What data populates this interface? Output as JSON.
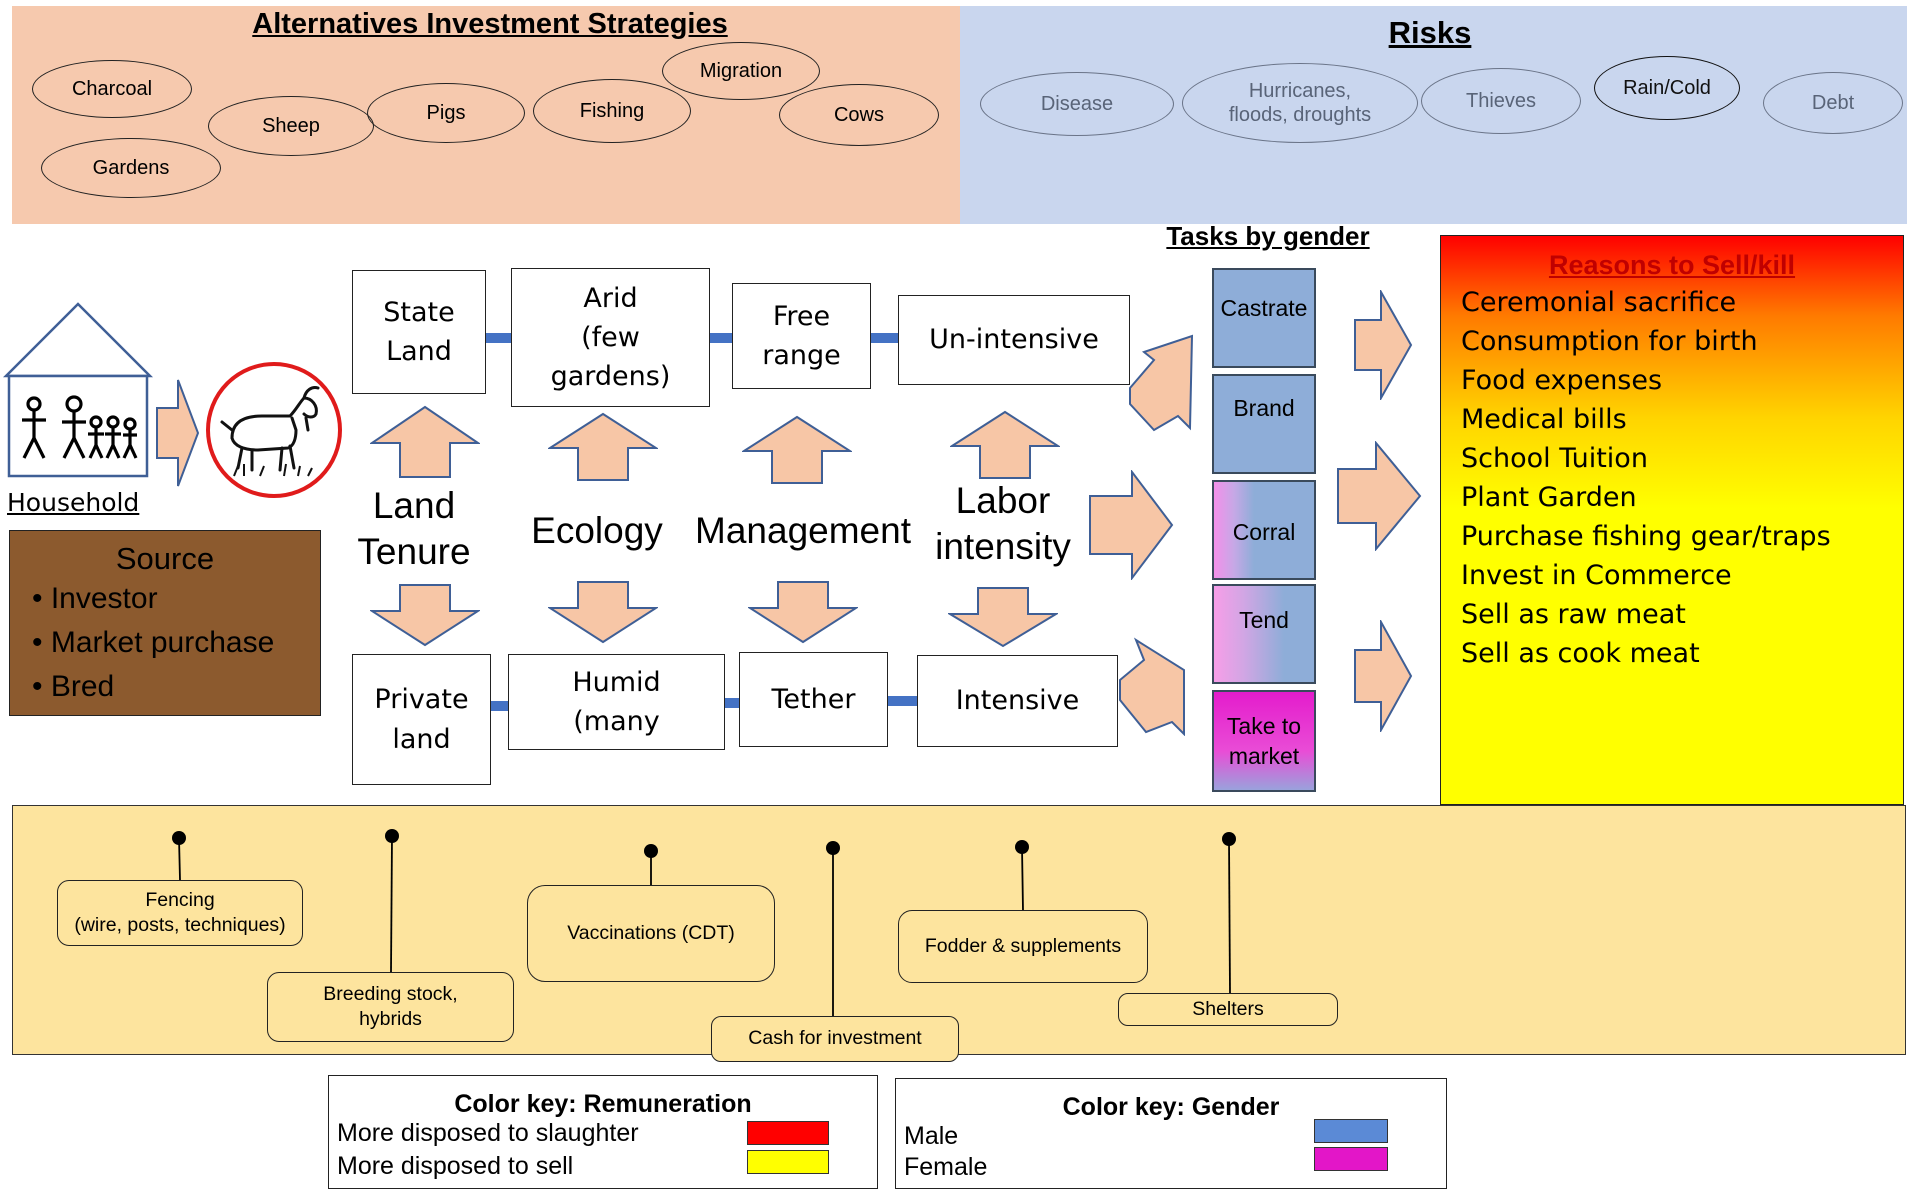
{
  "alternatives": {
    "title": "Alternatives Investment Strategies",
    "items": [
      "Charcoal",
      "Sheep",
      "Pigs",
      "Fishing",
      "Migration",
      "Cows",
      "Gardens"
    ]
  },
  "risks": {
    "title": "Risks",
    "items": [
      "Disease",
      "Hurricanes,\nfloods, droughts",
      "Thieves",
      "Rain/Cold",
      "Debt"
    ]
  },
  "household": {
    "label": "Household"
  },
  "source": {
    "title": "Source",
    "items": [
      "Investor",
      "Market purchase",
      "Bred"
    ]
  },
  "factors": {
    "land_tenure": {
      "label": "Land\nTenure",
      "top": "State\nLand",
      "bottom": "Private\nland"
    },
    "ecology": {
      "label": "Ecology",
      "top": "Arid\n(few\ngardens)",
      "bottom": "Humid\n(many"
    },
    "management": {
      "label": "Management",
      "top": "Free\nrange",
      "bottom": "Tether"
    },
    "labor": {
      "label": "Labor\nintensity",
      "top": "Un-intensive",
      "bottom": "Intensive"
    }
  },
  "tasks": {
    "title": "Tasks by gender",
    "items": [
      "Castrate",
      "Brand",
      "Corral",
      "Tend",
      "Take to\nmarket"
    ]
  },
  "reasons": {
    "title": "Reasons to Sell/kill",
    "items": [
      "Ceremonial sacrifice",
      "Consumption for birth",
      "Food expenses",
      "Medical bills",
      "School Tuition",
      "Plant Garden",
      "Purchase fishing gear/traps",
      "Invest in Commerce",
      "Sell as raw meat",
      "Sell as cook meat"
    ]
  },
  "inputs": {
    "fencing": "Fencing\n(wire, posts, techniques)",
    "breeding": "Breeding stock,\nhybrids",
    "vaccinations": "Vaccinations (CDT)",
    "cash": "Cash for investment",
    "fodder": "Fodder & supplements",
    "shelters": "Shelters"
  },
  "key_remuneration": {
    "title": "Color key: Remuneration",
    "rows": [
      {
        "label": "More disposed to slaughter",
        "color": "#ff0000"
      },
      {
        "label": "More disposed to sell",
        "color": "#ffff00"
      }
    ]
  },
  "key_gender": {
    "title": "Color key: Gender",
    "rows": [
      {
        "label": "Male",
        "color": "#5b8ad6"
      },
      {
        "label": "Female",
        "color": "#e316c8"
      }
    ]
  },
  "colors": {
    "arrow_fill": "#f7c6a6",
    "arrow_stroke": "#3f5f96",
    "connector": "#4472c4",
    "alt_panel": "#f6c9ae",
    "risk_panel": "#c9d6ee",
    "source_box": "#8c5a2e",
    "bottom_panel": "#fde49e"
  }
}
